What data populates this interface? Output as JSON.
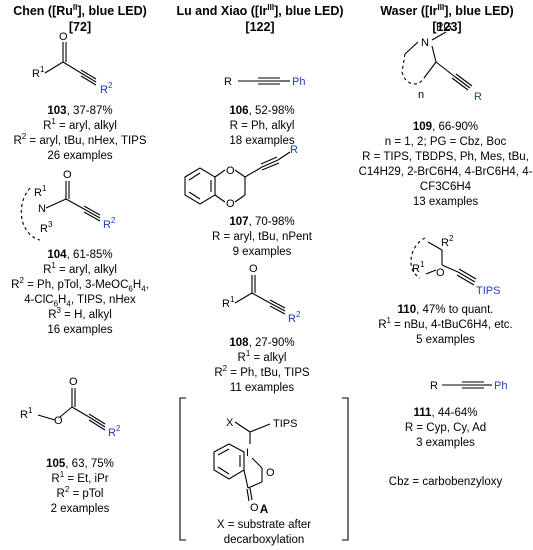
{
  "headers": {
    "chen": {
      "name": "Chen (",
      "metal": "[Ru",
      "ox": "II",
      "tail": "], blue LED)",
      "ref": "[72]"
    },
    "lu": {
      "name": "Lu and Xiao (",
      "metal": "[Ir",
      "ox": "III",
      "tail": "], blue LED)",
      "ref": "[122]"
    },
    "waser": {
      "name": "Waser (",
      "metal": "[Ir",
      "ox": "III",
      "tail": "], blue LED)",
      "ref": "[123]"
    }
  },
  "compounds": {
    "c103": {
      "num": "103",
      "yield": ", 37-87%",
      "r1": " = aryl, alkyl",
      "r2": " = aryl, tBu, nHex, TIPS",
      "ex": "26 examples"
    },
    "c104": {
      "num": "104",
      "yield": ", 61-85%",
      "r1": " = aryl, alkyl",
      "r2a": " = Ph, pTol, 3-MeOC",
      "r2b": "H",
      "r2c": "4-ClC",
      "r2d": "H",
      "r2e": ", TIPS, nHex",
      "r3": " = H, alkyl",
      "ex": "16 examples"
    },
    "c105": {
      "num": "105",
      "yield": ", 63, 75%",
      "r1": " = Et, iPr",
      "r2": " = pTol",
      "ex": "2 examples"
    },
    "c106": {
      "num": "106",
      "yield": ", 52-98%",
      "r": "R = Ph, alkyl",
      "ex": "18 examples"
    },
    "c107": {
      "num": "107",
      "yield": ", 70-98%",
      "r": "R = aryl, tBu, nPent",
      "ex": "9 examples"
    },
    "c108": {
      "num": "108",
      "yield": ", 27-90%",
      "r1": " = alkyl",
      "r2": " = Ph, tBu, TIPS",
      "ex": "11 examples"
    },
    "cA": {
      "num": "A",
      "x1": "X = substrate after",
      "x2": "decarboxylation"
    },
    "c109": {
      "num": "109",
      "yield": ", 66-90%",
      "n": "n = 1, 2; PG = Cbz, Boc",
      "r1": "R = TIPS, TBDPS, Ph, Mes, tBu,",
      "r2": "C14H29, 2-BrC6H4, 4-BrC6H4, 4-",
      "r3": "CF3C6H4",
      "ex": "13 examples"
    },
    "c110": {
      "num": "110",
      "yield": ", 47% to quant.",
      "r1": " = nBu, 4-tBuC6H4, etc.",
      "ex": "5 examples"
    },
    "c111": {
      "num": "111",
      "yield": ", 44-64%",
      "r": "R = Cyp, Cy, Ad",
      "ex": "3 examples"
    }
  },
  "footnote": "Cbz = carbobenzyloxy",
  "labels": {
    "R": "R",
    "R1": "R",
    "R2": "R",
    "R3": "R",
    "one": "1",
    "two": "2",
    "three": "3",
    "Ph": "Ph",
    "TIPS": "TIPS",
    "N": "N",
    "O": "O",
    "PG": "PG",
    "n": "n",
    "X": "X",
    "I": "I"
  },
  "colors": {
    "accent": "#1a3fb8",
    "ink": "#000000"
  }
}
